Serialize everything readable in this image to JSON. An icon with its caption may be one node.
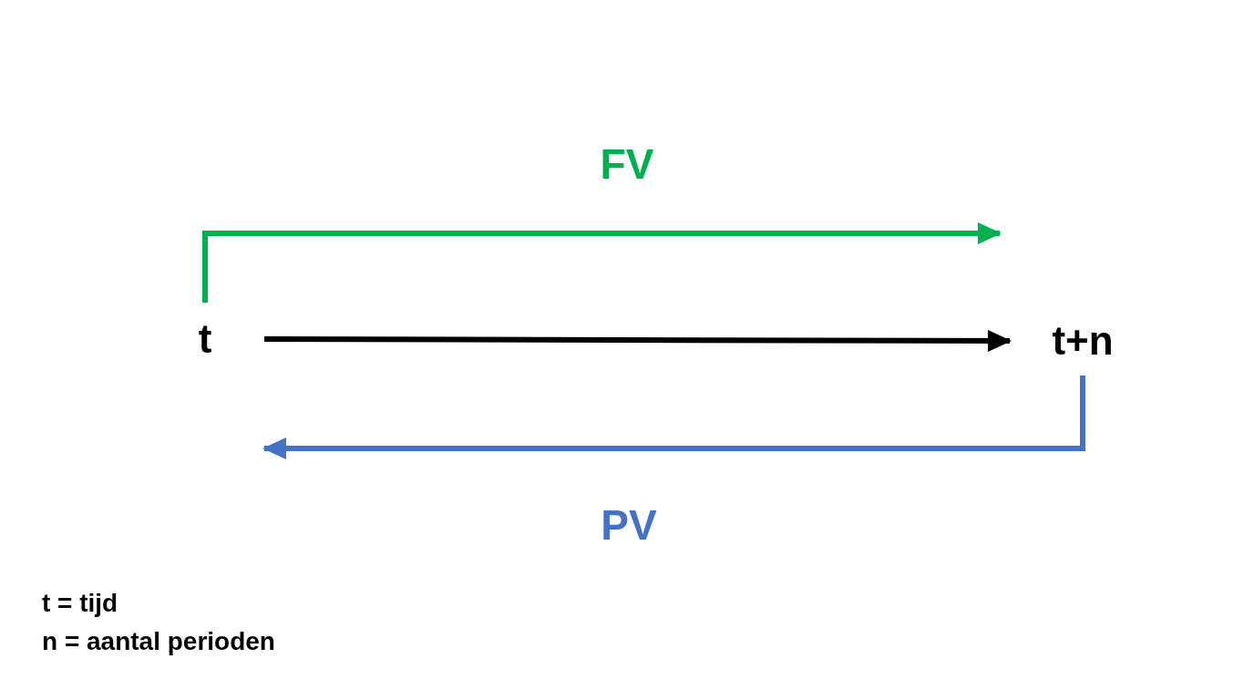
{
  "diagram": {
    "nodes": [
      {
        "text": [
          "t"
        ]
      },
      {
        "text": [
          "t+n"
        ]
      }
    ],
    "edges": [
      {
        "from": 0,
        "to": 1,
        "arrow": "to",
        "color": "#000000"
      },
      {
        "from": 0,
        "to": null,
        "arrow": "to",
        "label": "FV",
        "color": "#00b050"
      },
      {
        "from": 1,
        "to": null,
        "arrow": "to",
        "label": "PV",
        "color": "#4472c4"
      }
    ],
    "labels": [
      "t = tijd",
      "n = aantal perioden"
    ]
  }
}
